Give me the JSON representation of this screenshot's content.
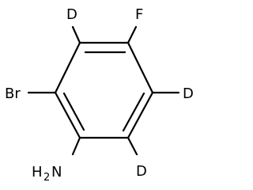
{
  "molecule": {
    "atoms": {
      "deuterium_top": "D",
      "fluorine": "F",
      "bromine": "Br",
      "deuterium_right": "D",
      "deuterium_bottom": "D",
      "amine_h": "H",
      "amine_subscript": "2",
      "amine_n": "N"
    }
  }
}
